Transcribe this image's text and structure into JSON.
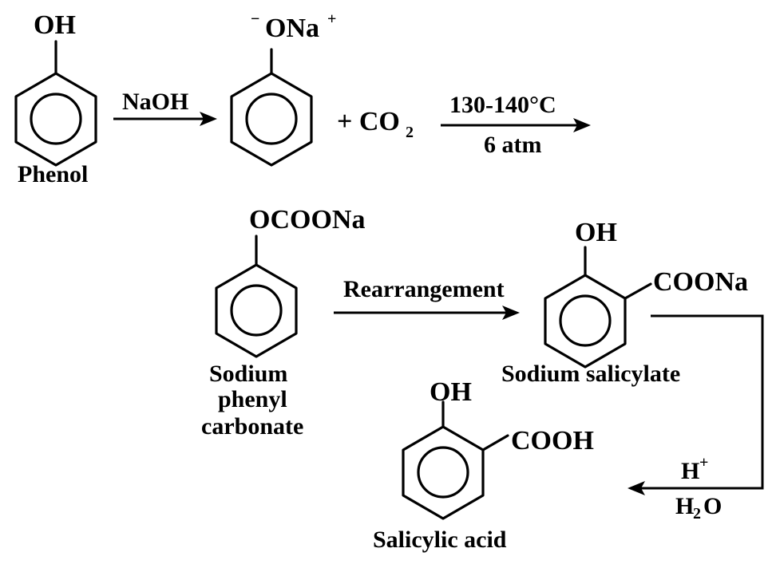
{
  "diagram": {
    "labels": {
      "phenol_oh": "OH",
      "phenol": "Phenol",
      "reagent_naoh": "NaOH",
      "phenoxide_minus": "−",
      "phenoxide_ona": "ONa",
      "phenoxide_plus": "+",
      "plus_co2_main": "+ CO",
      "co2_sub": "2",
      "condition_temp": "130-140°C",
      "condition_pressure": "6 atm",
      "carbonate_group": "OCOONa",
      "carbonate_line1": "Sodium",
      "carbonate_line2": "phenyl",
      "carbonate_line3": "carbonate",
      "rearrangement": "Rearrangement",
      "salicylate_oh": "OH",
      "salicylate_coona": "COONa",
      "salicylate": "Sodium salicylate",
      "acid_h": "H",
      "acid_plus": "+",
      "water_h": "H",
      "water_sub": "2",
      "water_o": "O",
      "salicylic_oh": "OH",
      "salicylic_cooh": "COOH",
      "salicylic_acid": "Salicylic acid"
    }
  }
}
